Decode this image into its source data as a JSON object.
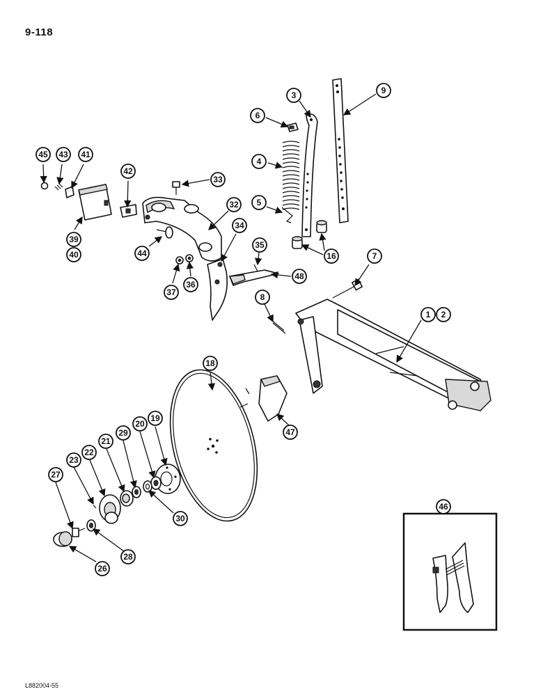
{
  "page_number": "9-118",
  "footer_code": "L882004-55",
  "callouts": {
    "c1": "1",
    "c2": "2",
    "c3": "3",
    "c4": "4",
    "c5": "5",
    "c6": "6",
    "c7": "7",
    "c8": "8",
    "c9": "9",
    "c16": "16",
    "c18": "18",
    "c19": "19",
    "c20": "20",
    "c21": "21",
    "c22": "22",
    "c23": "23",
    "c26": "26",
    "c27": "27",
    "c28": "28",
    "c29": "29",
    "c30": "30",
    "c32": "32",
    "c33": "33",
    "c34": "34",
    "c35": "35",
    "c36": "36",
    "c37": "37",
    "c39": "39",
    "c40": "40",
    "c41": "41",
    "c42": "42",
    "c43": "43",
    "c44": "44",
    "c45": "45",
    "c46": "46",
    "c47": "47",
    "c48": "48"
  }
}
